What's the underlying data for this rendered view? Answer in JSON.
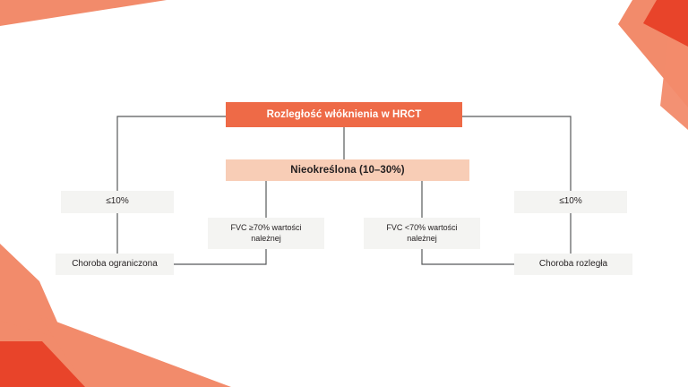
{
  "slide": {
    "background_color": "#ffffff",
    "accent_orange": "#ee6a47",
    "accent_dark_orange": "#e8442a",
    "accent_salmon": "#f28b6b",
    "accent_peach": "#f8cdb6",
    "node_grey": "#f4f4f2",
    "connector_color": "#58595b",
    "text_color": "#231f20"
  },
  "diagram": {
    "type": "flowchart",
    "title": "Rozległość włóknienia w HRCT",
    "nodes": {
      "root": {
        "label": "Rozległość włóknienia w HRCT",
        "style": "orange"
      },
      "indeterminate": {
        "label": "Nieokreślona (10–30%)",
        "style": "peach"
      },
      "left_threshold": {
        "label": "≤10%",
        "style": "grey"
      },
      "right_threshold": {
        "label": "≤10%",
        "style": "grey"
      },
      "fvc_high": {
        "line1": "FVC ≥70% wartości",
        "line2": "należnej",
        "style": "grey"
      },
      "fvc_low": {
        "line1": "FVC <70% wartości",
        "line2": "należnej",
        "style": "grey"
      },
      "limited_disease": {
        "label": "Choroba ograniczona",
        "style": "grey"
      },
      "extensive_disease": {
        "label": "Choroba rozległa",
        "style": "grey"
      }
    }
  }
}
